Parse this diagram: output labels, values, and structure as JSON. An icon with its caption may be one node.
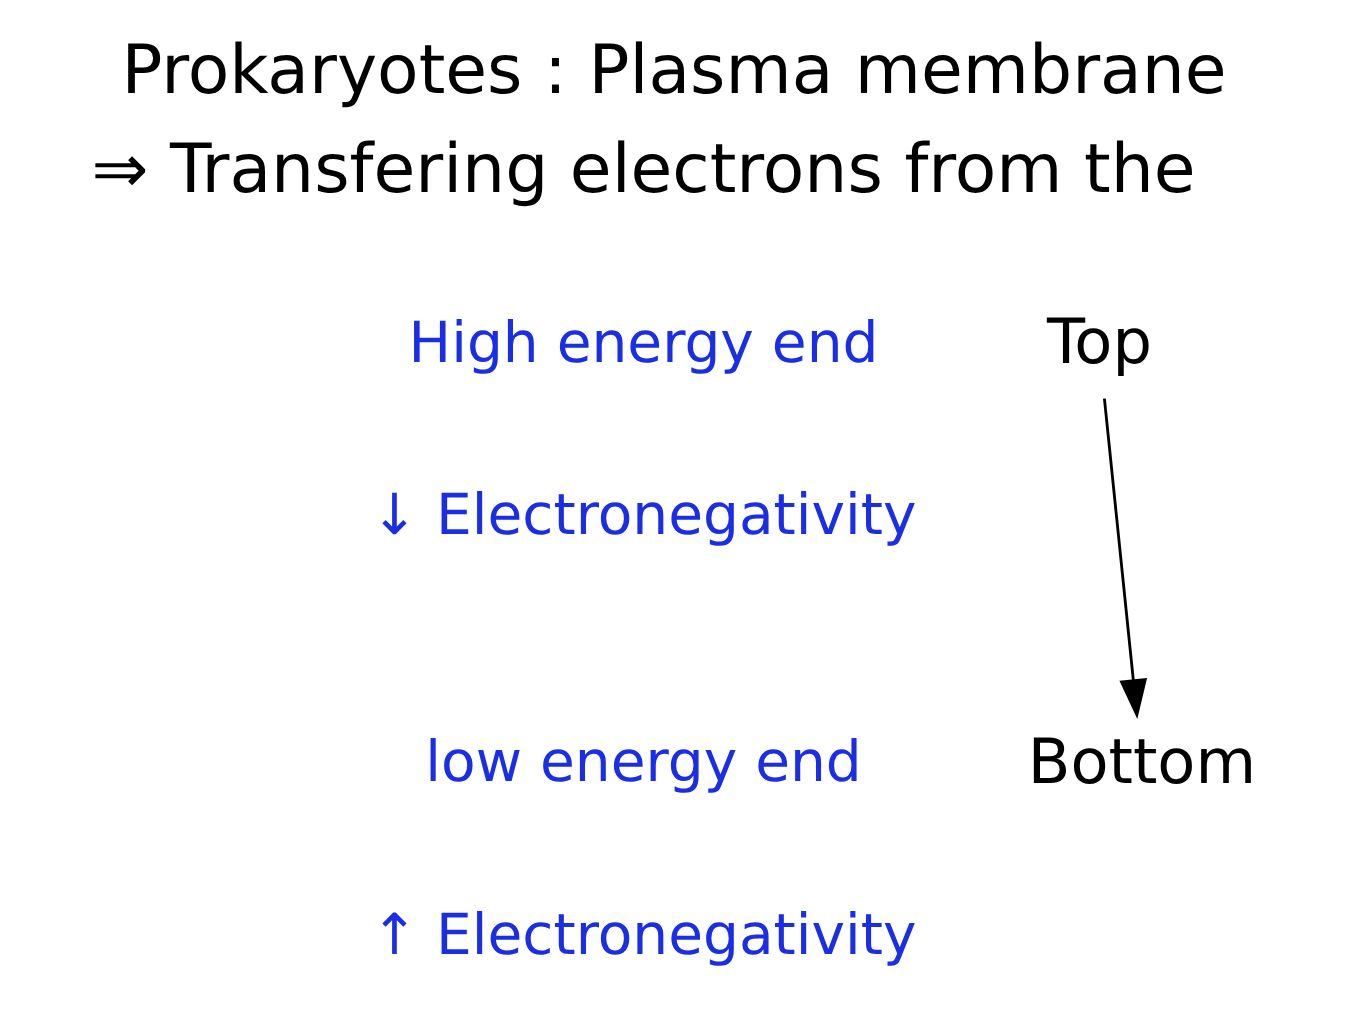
{
  "diagram": {
    "title": "Prokaryotes : Plasma membrane",
    "nodes": [
      {
        "text": [
          "Top"
        ]
      },
      {
        "text": [
          "Bottom"
        ]
      }
    ],
    "edges": [
      {
        "from": 0,
        "to": 1,
        "arrow": "to"
      }
    ],
    "labels": [
      "⇒ Transfering electrons from the",
      "High energy end",
      "↓ Electronegativity",
      "low energy end",
      "↑ Electronegativity"
    ]
  }
}
